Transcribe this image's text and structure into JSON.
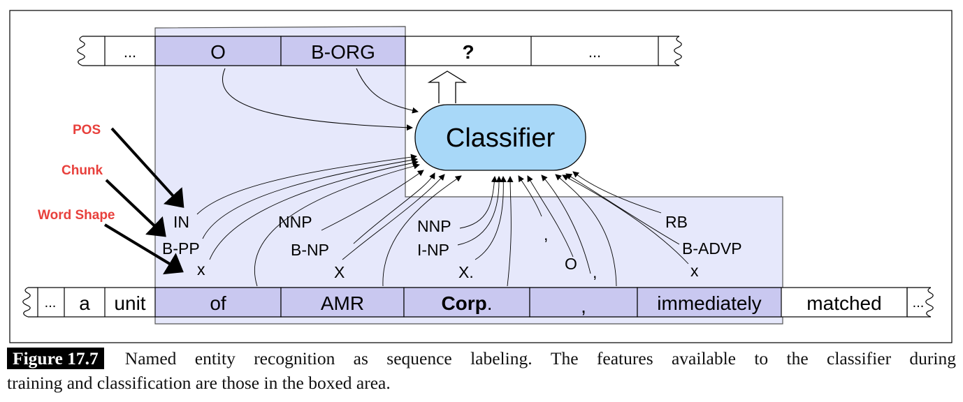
{
  "output_tags": [
    "...",
    "O",
    "B-ORG",
    "?",
    "..."
  ],
  "classifier_label": "Classifier",
  "words": [
    {
      "text": "...",
      "highlight": false,
      "bold": false
    },
    {
      "text": "a",
      "highlight": false,
      "bold": false
    },
    {
      "text": "unit",
      "highlight": false,
      "bold": false
    },
    {
      "text": "of",
      "highlight": true,
      "bold": false
    },
    {
      "text": "AMR",
      "highlight": true,
      "bold": false
    },
    {
      "text": "Corp",
      "suffix": ".",
      "highlight": true,
      "bold": true
    },
    {
      "text": ",",
      "highlight": true,
      "bold": false
    },
    {
      "text": "immediately",
      "highlight": true,
      "bold": false
    },
    {
      "text": "matched",
      "highlight": false,
      "bold": false
    },
    {
      "text": "...",
      "highlight": false,
      "bold": false
    }
  ],
  "feature_labels": {
    "of": {
      "pos": "IN",
      "chunk": "B-PP",
      "shape": "x"
    },
    "amr": {
      "pos": "NNP",
      "chunk": "B-NP",
      "shape": "X"
    },
    "corp": {
      "pos": "NNP",
      "chunk": "I-NP",
      "shape": "X."
    },
    "comma": {
      "pos": ",",
      "shape": "O",
      "shape2": ","
    },
    "immediately": {
      "pos": "RB",
      "chunk": "B-ADVP",
      "shape": "x"
    }
  },
  "annotations": {
    "pos": "POS",
    "chunk": "Chunk",
    "shape": "Word Shape"
  },
  "colors": {
    "highlight_fill": "#c9c8f0",
    "feature_region": "#e6e8fb",
    "classifier_fill": "#a8d8f8",
    "annotation_red": "#e8403c"
  },
  "caption": {
    "label": "Figure 17.7",
    "line1_words": [
      "Named",
      "entity",
      "recognition",
      "as",
      "sequence",
      "labeling.",
      "The",
      "features",
      "available",
      "to",
      "the",
      "classifier",
      "during"
    ],
    "line2": "training and classification are those in the boxed area."
  }
}
